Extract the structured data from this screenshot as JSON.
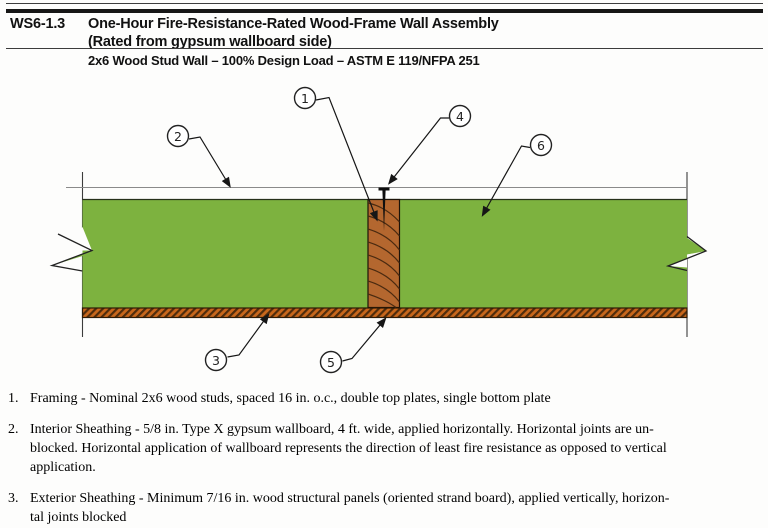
{
  "header": {
    "doc_id": "WS6-1.3",
    "title_line1": "One-Hour Fire-Resistance-Rated Wood-Frame Wall Assembly",
    "title_line2": "(Rated from gypsum wallboard side)",
    "subtitle": "2x6 Wood Stud Wall – 100% Design Load – ASTM E 119/NFPA 251"
  },
  "diagram": {
    "callouts": [
      {
        "label": "1"
      },
      {
        "label": "2"
      },
      {
        "label": "3"
      },
      {
        "label": "4"
      },
      {
        "label": "5"
      },
      {
        "label": "6"
      }
    ],
    "colors": {
      "insulation_green": "#7db23f",
      "stud_brown": "#b4672f",
      "osb_orange": "#c8671c",
      "osb_dark": "#4f2c0c"
    }
  },
  "legend": {
    "items": [
      {
        "number": "1.",
        "lines": [
          "Framing - Nominal 2x6 wood studs, spaced 16 in. o.c., double top plates, single bottom plate"
        ]
      },
      {
        "number": "2.",
        "lines": [
          "Interior Sheathing - 5/8 in. Type X gypsum wallboard, 4 ft. wide, applied horizontally. Horizontal joints are un-",
          "blocked. Horizontal application of wallboard represents the direction of least fire resistance as opposed to vertical",
          "application."
        ]
      },
      {
        "number": "3.",
        "lines": [
          "Exterior Sheathing - Minimum 7/16 in. wood structural panels (oriented strand board), applied vertically, horizon-",
          "tal joints blocked"
        ]
      }
    ]
  }
}
